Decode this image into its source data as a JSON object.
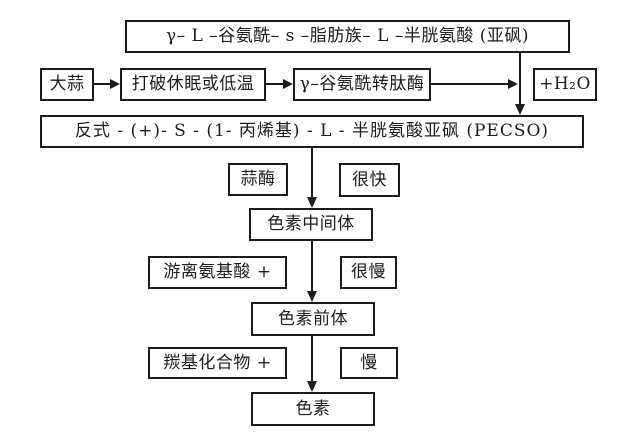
{
  "diagram": {
    "description": "garlic-pigment-formation-flowchart",
    "nodes": {
      "top_compound": "γ– L –谷氨酰– s –脂肪族– L –半胱氨酸 (亚砜)",
      "garlic": "大蒜",
      "break_dormancy": "打破休眠或低温",
      "transpeptidase": "γ–谷氨酰转肽酶",
      "water": "+H₂O",
      "pecso": "反式 - (+)- S - (1- 丙烯基) - L - 半胱氨酸亚砜 (PECSO)",
      "alliinase": "蒜酶",
      "very_fast": "很快",
      "pigment_intermediate": "色素中间体",
      "free_amino_acids": "游离氨基酸 +",
      "very_slow": "很慢",
      "pigment_precursor": "色素前体",
      "carbonyl_compounds": "羰基化合物 +",
      "slow": "慢",
      "pigment": "色素"
    },
    "colors": {
      "ink": "#1c1c1c",
      "background": "#ffffff"
    }
  }
}
